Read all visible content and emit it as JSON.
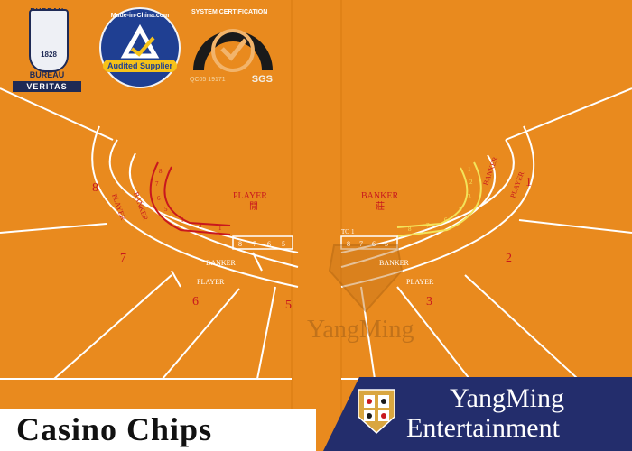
{
  "badges": {
    "bureau_veritas": {
      "top": "BUREAU VERITAS",
      "year": "1828",
      "bar": "BUREAU",
      "bottom": "VERITAS"
    },
    "made_in_china": {
      "arc": "Made-in-China.com",
      "ribbon": "Audited Supplier"
    },
    "sgs": {
      "arc": "SYSTEM CERTIFICATION",
      "mark": "SGS",
      "number": "QC05 19171"
    }
  },
  "table": {
    "player": "PLAYER",
    "player_cn": "閒",
    "banker": "BANKER",
    "banker_cn": "莊",
    "lower_banker": "BANKER",
    "lower_player": "PLAYER",
    "to1": "TO 1",
    "seats_left": [
      "8",
      "7",
      "6",
      "5"
    ],
    "seats_right": [
      "1",
      "2",
      "3"
    ],
    "seat_banker": "BANKER",
    "seat_player": "PLAYER",
    "rail_left": [
      "8",
      "7",
      "6",
      "5",
      "3",
      "2",
      "1"
    ],
    "rail_strip_left": [
      "8",
      "7",
      "6",
      "5"
    ],
    "rail_right": [
      "1",
      "2",
      "3",
      "5",
      "6",
      "7",
      "8"
    ],
    "rail_strip_right": [
      "8",
      "7",
      "6",
      "5"
    ]
  },
  "watermark": "YangMing",
  "footer": {
    "left": "Casino Chips",
    "brand_line1": "YangMing",
    "brand_line2": "Entertainment"
  },
  "colors": {
    "felt": "#e98a1e",
    "red": "#c8181e",
    "yellow": "#f3e35a",
    "navy": "#232d6c"
  }
}
